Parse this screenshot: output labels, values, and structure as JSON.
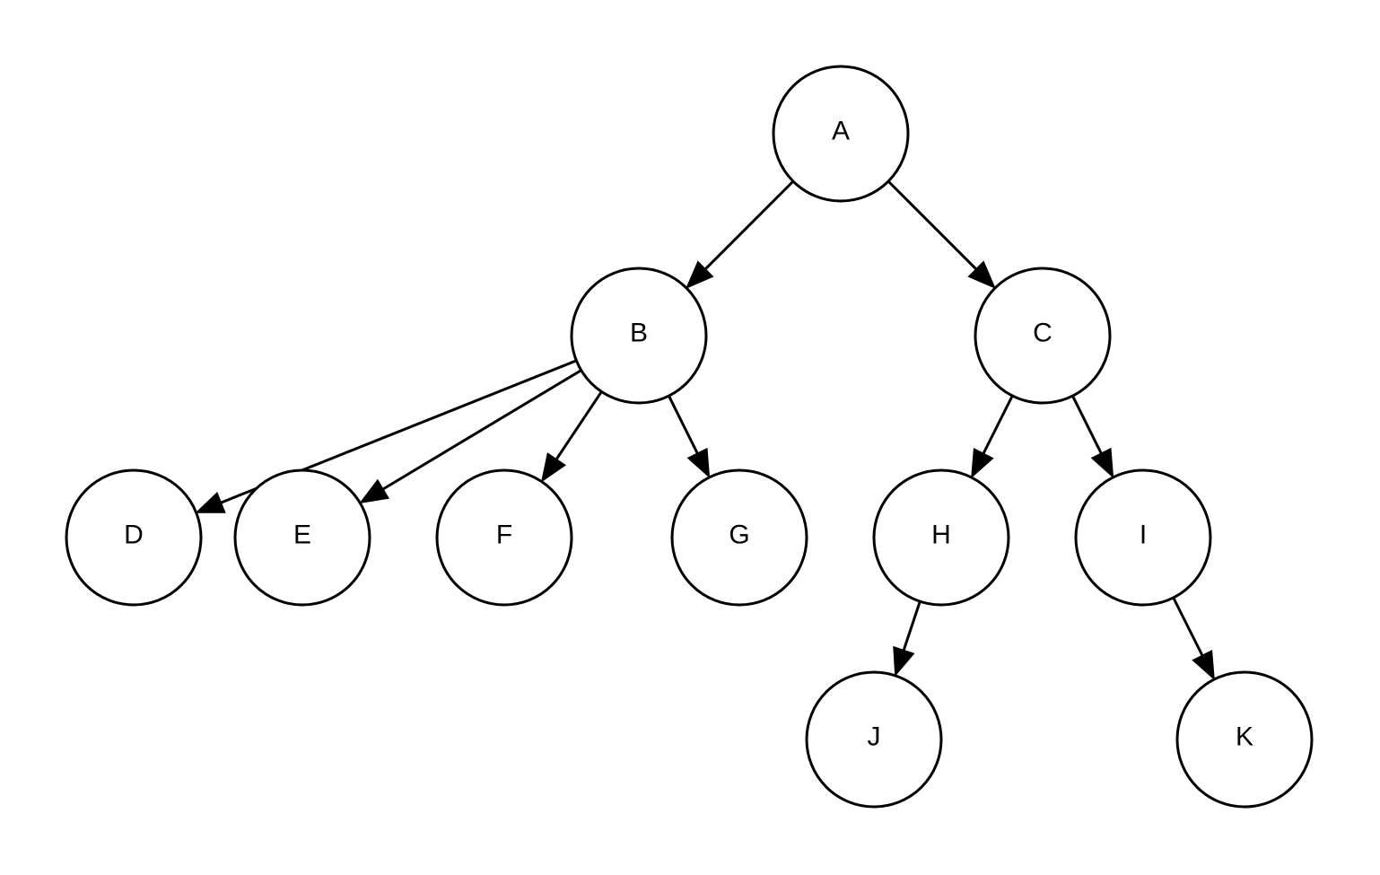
{
  "diagram": {
    "type": "tree",
    "colors": {
      "background": "#ffffff",
      "stroke": "#000000",
      "text": "#000000"
    },
    "nodes": [
      {
        "id": "A",
        "label": "A"
      },
      {
        "id": "B",
        "label": "B"
      },
      {
        "id": "C",
        "label": "C"
      },
      {
        "id": "D",
        "label": "D"
      },
      {
        "id": "E",
        "label": "E"
      },
      {
        "id": "F",
        "label": "F"
      },
      {
        "id": "G",
        "label": "G"
      },
      {
        "id": "H",
        "label": "H"
      },
      {
        "id": "I",
        "label": "I"
      },
      {
        "id": "J",
        "label": "J"
      },
      {
        "id": "K",
        "label": "K"
      }
    ],
    "edges": [
      {
        "from": "A",
        "to": "B"
      },
      {
        "from": "A",
        "to": "C"
      },
      {
        "from": "B",
        "to": "D"
      },
      {
        "from": "B",
        "to": "E"
      },
      {
        "from": "B",
        "to": "F"
      },
      {
        "from": "B",
        "to": "G"
      },
      {
        "from": "C",
        "to": "H"
      },
      {
        "from": "C",
        "to": "I"
      },
      {
        "from": "H",
        "to": "J"
      },
      {
        "from": "I",
        "to": "K"
      }
    ]
  }
}
